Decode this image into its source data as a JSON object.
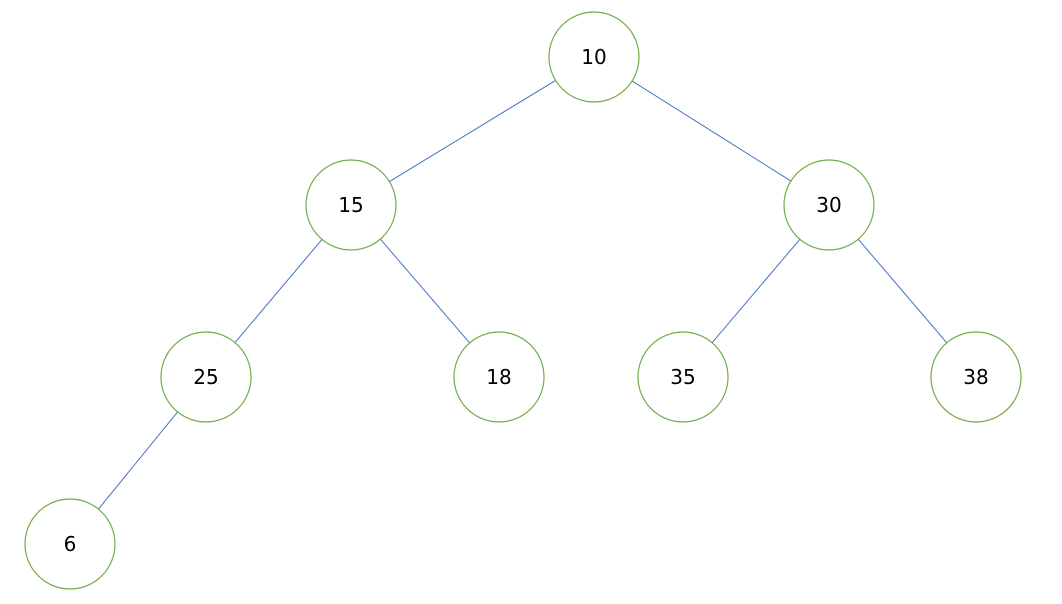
{
  "colors": {
    "node_stroke": "#70ad47",
    "edge_stroke": "#4472c4",
    "text": "#000000",
    "background": "#ffffff"
  },
  "tree": {
    "nodes": [
      {
        "id": "n10",
        "label": "10"
      },
      {
        "id": "n15",
        "label": "15"
      },
      {
        "id": "n30",
        "label": "30"
      },
      {
        "id": "n25",
        "label": "25"
      },
      {
        "id": "n18",
        "label": "18"
      },
      {
        "id": "n35",
        "label": "35"
      },
      {
        "id": "n38",
        "label": "38"
      },
      {
        "id": "n6",
        "label": "6"
      }
    ],
    "edges": [
      {
        "from": "n10",
        "to": "n15"
      },
      {
        "from": "n10",
        "to": "n30"
      },
      {
        "from": "n15",
        "to": "n25"
      },
      {
        "from": "n15",
        "to": "n18"
      },
      {
        "from": "n30",
        "to": "n35"
      },
      {
        "from": "n30",
        "to": "n38"
      },
      {
        "from": "n25",
        "to": "n6"
      }
    ]
  }
}
